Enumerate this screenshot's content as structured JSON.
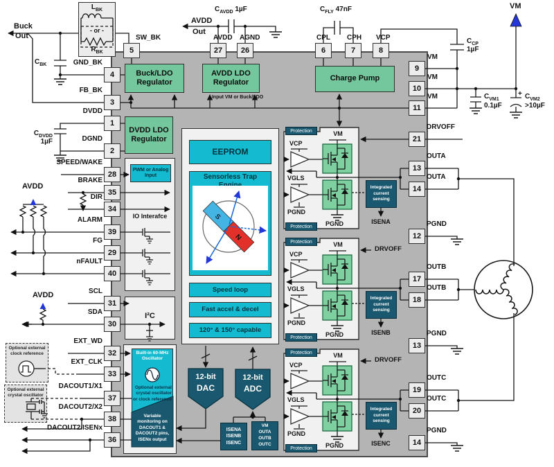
{
  "colors": {
    "chip": "#b4b4b4",
    "green": "#74c79c",
    "cyan": "#13bad0",
    "teal": "#19586f",
    "mosfet": "#7fd0a0",
    "blue": "#2438d8",
    "wire": "#161616"
  },
  "pins": {
    "top": [
      {
        "n": "5",
        "l": "SW_BK"
      },
      {
        "n": "27",
        "l": "AVDD"
      },
      {
        "n": "26",
        "l": "AGND"
      },
      {
        "n": "6",
        "l": "CPL"
      },
      {
        "n": "7",
        "l": "CPH"
      },
      {
        "n": "8",
        "l": "VCP"
      }
    ],
    "left": [
      {
        "n": "4",
        "l": "GND_BK"
      },
      {
        "n": "3",
        "l": "FB_BK"
      },
      {
        "n": "1",
        "l": "DVDD"
      },
      {
        "n": "2",
        "l": "DGND"
      },
      {
        "n": "28",
        "l": "SPEED/WAKE"
      },
      {
        "n": "35",
        "l": "BRAKE"
      },
      {
        "n": "34",
        "l": "DIR"
      },
      {
        "n": "39",
        "l": "ALARM"
      },
      {
        "n": "29",
        "l": "FG"
      },
      {
        "n": "40",
        "l": "nFAULT"
      },
      {
        "n": "31",
        "l": "SCL"
      },
      {
        "n": "30",
        "l": "SDA"
      },
      {
        "n": "32",
        "l": "EXT_WD"
      },
      {
        "n": "33",
        "l": "EXT_CLK"
      },
      {
        "n": "37",
        "l": "DACOUT1/X1"
      },
      {
        "n": "38",
        "l": "DACOUT2/X2"
      },
      {
        "n": "36",
        "l": "DACOUT2/ISENx"
      }
    ],
    "right": [
      {
        "n": "9",
        "l": "VM"
      },
      {
        "n": "10",
        "l": "VM"
      },
      {
        "n": "11",
        "l": "VM"
      },
      {
        "n": "21",
        "l": "DRVOFF"
      },
      {
        "n": "13",
        "l": "OUTA"
      },
      {
        "n": "14",
        "l": "OUTA"
      },
      {
        "n": "12",
        "l": "PGND"
      },
      {
        "n": "17",
        "l": "OUTB"
      },
      {
        "n": "18",
        "l": "OUTB"
      },
      {
        "n": "13",
        "l": "PGND"
      },
      {
        "n": "19",
        "l": "OUTC"
      },
      {
        "n": "20",
        "l": "OUTC"
      },
      {
        "n": "14",
        "l": "PGND"
      }
    ]
  },
  "blocks": {
    "buck_ldo": "Buck/LDO Regulator",
    "avdd_ldo": "AVDD LDO Regulator",
    "charge_pump": "Charge Pump",
    "dvdd_ldo": "DVDD LDO Regulator",
    "input_note": "Input VM or Buck/LDO",
    "pwm": "PWM or Analog Input",
    "io": "IO Interafce",
    "i2c": "I²C",
    "eeprom": "EEPROM",
    "trap": "Sensorless Trap Engine",
    "trap_s": "S",
    "trap_n": "N",
    "speed": "Speed loop",
    "fast": "Fast accel & decel",
    "capable": "120° & 150° capable",
    "osc_top": "Built-in 60-MHz Oscillator",
    "osc_mid": "Optional external crystal oscillator or clock reference",
    "osc_bot": "Variable monitoring on DACOUT1 & DACOUT2 pins, ISENx output",
    "dac_l1": "12-bit",
    "dac_l2": "DAC",
    "adc_l1": "12-bit",
    "adc_l2": "ADC",
    "isen_mux": [
      "ISENA",
      "ISENB",
      "ISENC"
    ],
    "vm_mux": [
      "VM",
      "OUTA",
      "OUTB",
      "OUTC"
    ]
  },
  "bridge": {
    "protection": "Protection",
    "vm": "VM",
    "vcp": "VCP",
    "vgls": "VGLS",
    "pgnd": "PGND",
    "drvoff": "DRVOFF",
    "ics": "Integrated current sensing",
    "isena": "ISENA",
    "isenb": "ISENB",
    "isenc": "ISENC"
  },
  "ext": {
    "buck": "Buck",
    "out": "Out",
    "lbk": {
      "m": "L",
      "s": "BK"
    },
    "or_label": "- or -",
    "rbk": {
      "m": "R",
      "s": "BK"
    },
    "cbk": {
      "m": "C",
      "s": "BK"
    },
    "cdvdd": {
      "m": "C",
      "s": "DVDD",
      "v": "1µF"
    },
    "avdd_out": {
      "a": "AVDD",
      "o": "Out"
    },
    "cavdd": {
      "m": "C",
      "s": "AVDD",
      "v": "1µF"
    },
    "cfly": {
      "m": "C",
      "s": "FLY",
      "v": "47nF"
    },
    "ccp": {
      "m": "C",
      "s": "CP",
      "v": "1µF"
    },
    "vm": "VM",
    "cvm1": {
      "m": "C",
      "s": "VM1",
      "v": "0.1µF"
    },
    "cvm2": {
      "m": "C",
      "s": "VM2",
      "v": ">10µF",
      "plus": "+"
    },
    "avdd_pullup": "AVDD",
    "avdd_sda": "AVDD",
    "opt_clock": "Optional external clock reference",
    "opt_xtal": "Optional external crystal oscillator"
  }
}
